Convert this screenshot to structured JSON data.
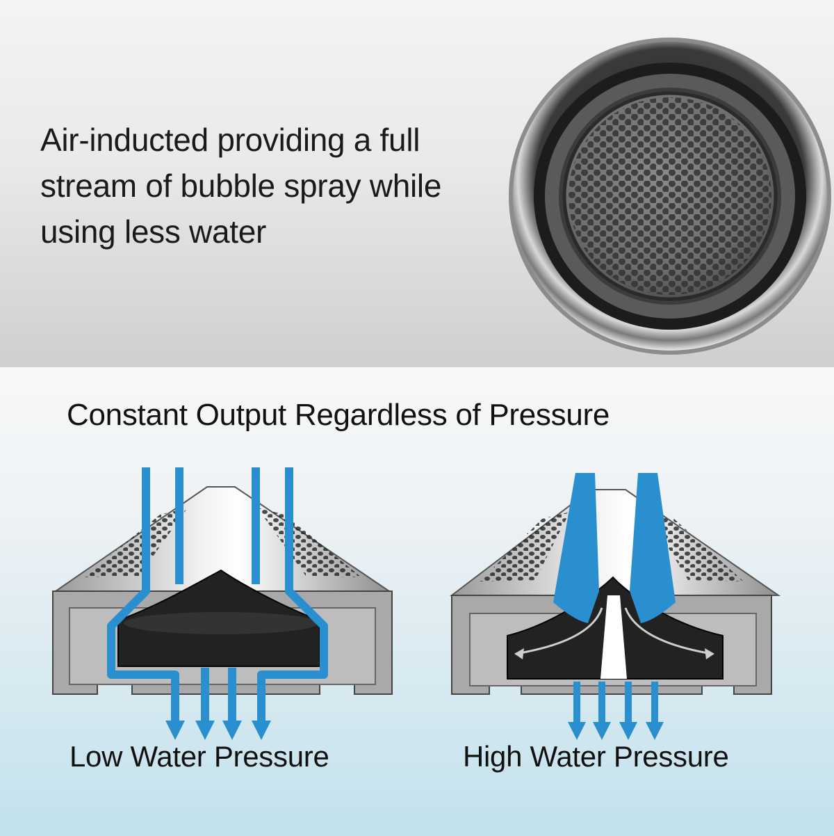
{
  "top_panel": {
    "headline": "Air-inducted providing a full stream of bubble spray while using less water"
  },
  "bottom_panel": {
    "title": "Constant Output Regardless of Pressure",
    "diagrams": [
      {
        "label": "Low Water Pressure"
      },
      {
        "label": "High Water Pressure"
      }
    ]
  },
  "colors": {
    "water_blue": "#2a8fcf",
    "rubber_black": "#1e1e1e",
    "housing_gray": "#a7a7a7",
    "chrome": "#c9c9c9"
  }
}
